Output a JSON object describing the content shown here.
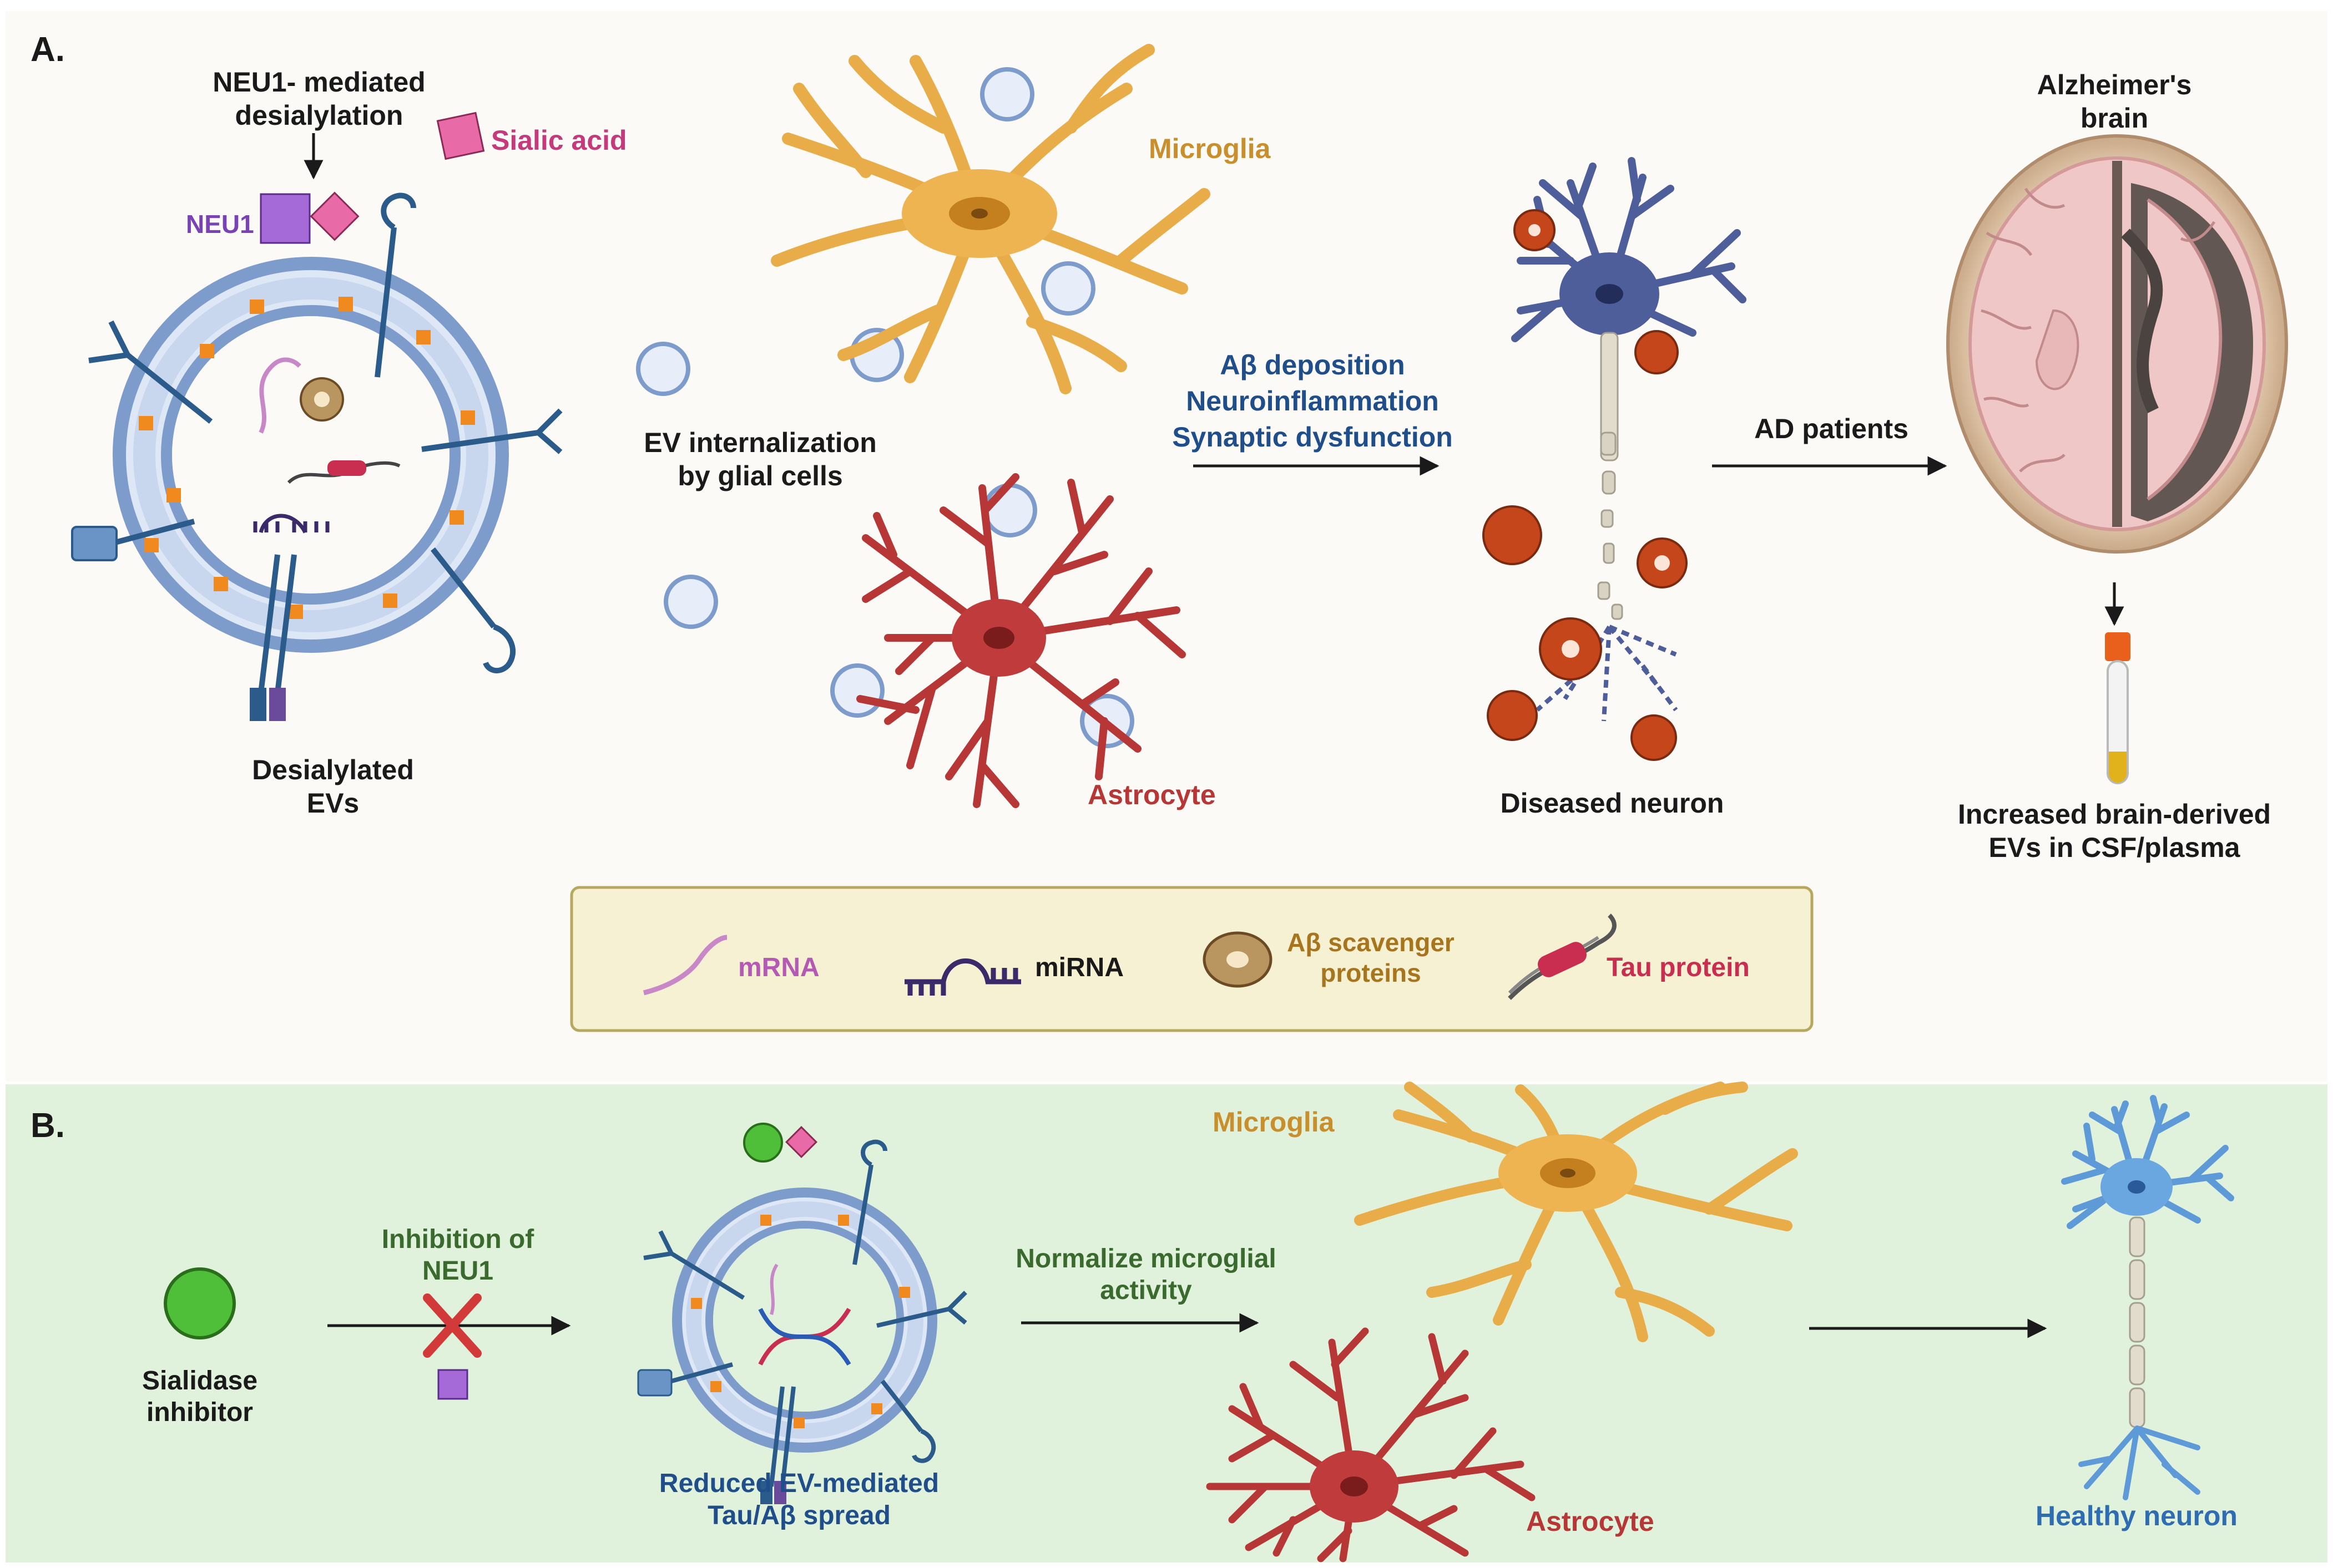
{
  "panel_a": {
    "label": "A.",
    "neu1_mediated": [
      "NEU1- mediated",
      "desialylation"
    ],
    "sialic_acid": "Sialic acid",
    "neu1": "NEU1",
    "desialylated_evs": [
      "Desialylated",
      "EVs"
    ],
    "ev_internalization": [
      "EV internalization",
      "by glial cells"
    ],
    "microglia": "Microglia",
    "astrocyte": "Astrocyte",
    "effects": [
      "Aβ deposition",
      "Neuroinflammation",
      "Synaptic dysfunction"
    ],
    "diseased_neuron": "Diseased neuron",
    "ad_patients": "AD patients",
    "alzheimers_brain": [
      "Alzheimer's",
      "brain"
    ],
    "increased_evs": [
      "Increased brain-derived",
      "EVs in CSF/plasma"
    ]
  },
  "legend": {
    "mrna": "mRNA",
    "mirna": "miRNA",
    "scavenger": [
      "Aβ scavenger",
      "proteins"
    ],
    "tau": "Tau protein"
  },
  "panel_b": {
    "label": "B.",
    "sialidase_inhibitor": [
      "Sialidase",
      "inhibitor"
    ],
    "inhibition": [
      "Inhibition of",
      "NEU1"
    ],
    "reduced_spread": [
      "Reduced EV-mediated",
      "Tau/Aβ spread"
    ],
    "normalize": [
      "Normalize microglial",
      "activity"
    ],
    "microglia": "Microglia",
    "astrocyte": "Astrocyte",
    "healthy_neuron": "Healthy neuron"
  },
  "colors": {
    "panel_a_bg": "#fbfaf6",
    "panel_b_bg": "#e1f2dc",
    "legend_bg": "#f6f1d3",
    "legend_border": "#b7a85f",
    "membrane": "#7e9ccb",
    "microglia": "#e8ad49",
    "astrocyte": "#b73737",
    "neuron_diseased": "#4e5e9a",
    "neuron_healthy": "#5e9ad8",
    "sialic_acid": "#e86aa6",
    "neu1": "#a56ad8",
    "inhibitor": "#4fbf3a",
    "cross": "#d23a3a",
    "plaque": "#c6461b",
    "ev_cargo": "#f08a1e"
  },
  "icons": [
    "extracellular-vesicle-icon",
    "microglia-cell-icon",
    "astrocyte-cell-icon",
    "neuron-icon",
    "brain-icon",
    "blood-tube-icon",
    "inhibitor-circle-icon",
    "cross-icon",
    "mrna-icon",
    "mirna-icon",
    "scavenger-protein-icon",
    "tau-protein-icon"
  ]
}
